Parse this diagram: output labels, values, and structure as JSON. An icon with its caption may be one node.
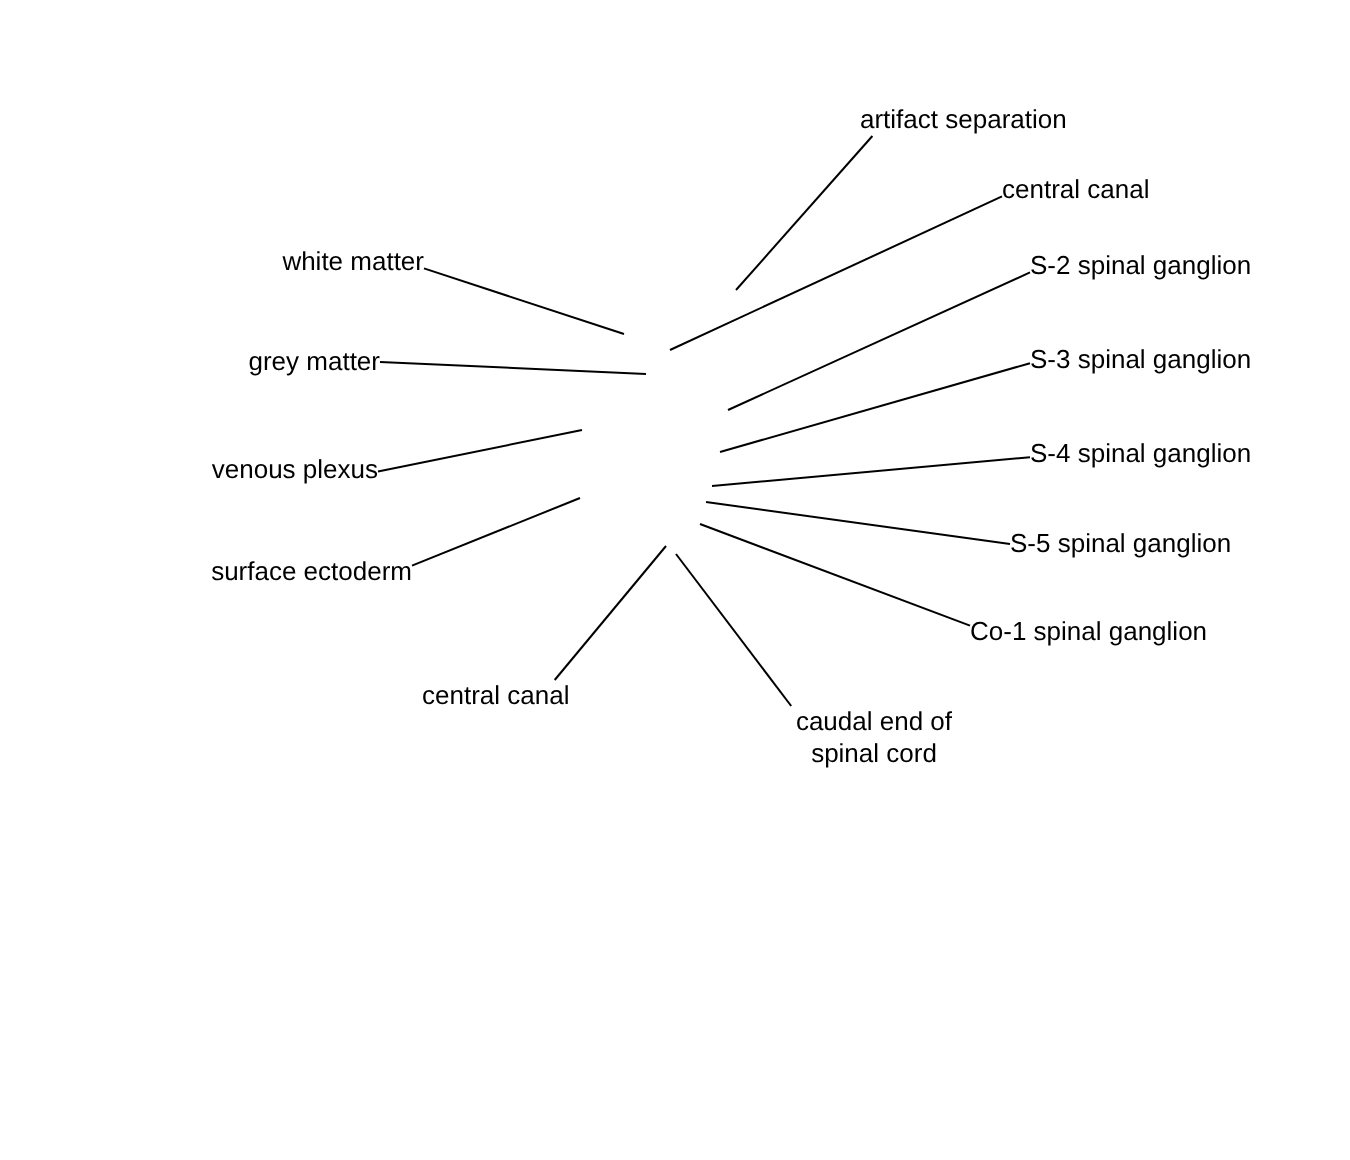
{
  "diagram": {
    "nodes": [
      {
        "text": [
          "artifact separation"
        ]
      },
      {
        "text": [
          "central canal"
        ]
      },
      {
        "text": [
          "white matter"
        ]
      },
      {
        "text": [
          "S-2 spinal ganglion"
        ]
      },
      {
        "text": [
          "grey matter"
        ]
      },
      {
        "text": [
          "S-3 spinal ganglion"
        ]
      },
      {
        "text": [
          "venous plexus"
        ]
      },
      {
        "text": [
          "S-4 spinal ganglion"
        ]
      },
      {
        "text": [
          "S-5 spinal ganglion"
        ]
      },
      {
        "text": [
          "surface ectoderm"
        ]
      },
      {
        "text": [
          "Co-1 spinal ganglion"
        ]
      },
      {
        "text": [
          "central canal"
        ]
      },
      {
        "text": [
          "caudal end of spinal cord"
        ]
      }
    ],
    "edges": [
      {
        "from": 0,
        "to": null,
        "arrow": "none"
      },
      {
        "from": 1,
        "to": null,
        "arrow": "none"
      },
      {
        "from": 2,
        "to": null,
        "arrow": "none"
      },
      {
        "from": 3,
        "to": null,
        "arrow": "none"
      },
      {
        "from": 4,
        "to": null,
        "arrow": "none"
      },
      {
        "from": 5,
        "to": null,
        "arrow": "none"
      },
      {
        "from": 6,
        "to": null,
        "arrow": "none"
      },
      {
        "from": 7,
        "to": null,
        "arrow": "none"
      },
      {
        "from": 8,
        "to": null,
        "arrow": "none"
      },
      {
        "from": 9,
        "to": null,
        "arrow": "none"
      },
      {
        "from": 10,
        "to": null,
        "arrow": "none"
      },
      {
        "from": 11,
        "to": null,
        "arrow": "none"
      },
      {
        "from": 12,
        "to": null,
        "arrow": "none"
      }
    ]
  }
}
